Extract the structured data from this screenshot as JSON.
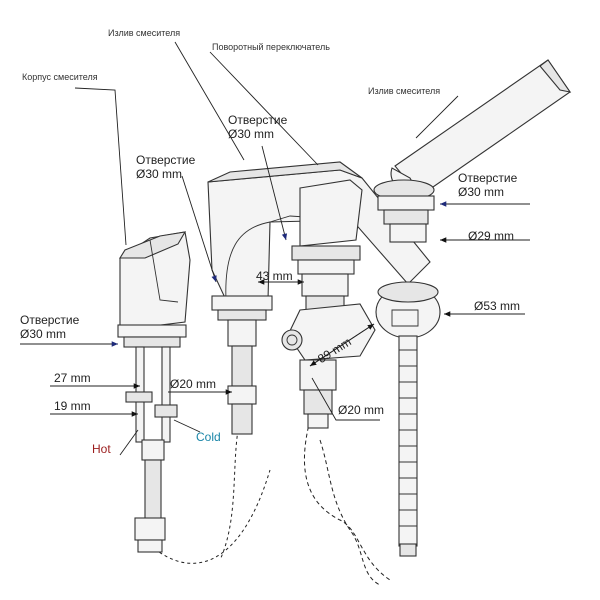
{
  "labels": {
    "body": "Корпус смесителя",
    "spout": "Излив смесителя",
    "switch": "Поворотный переключатель",
    "shower": "Излив смесителя",
    "hole_word": "Отверстие",
    "d30": "Ø30 mm",
    "d29": "Ø29 mm",
    "d53": "Ø53 mm",
    "d20": "Ø20 mm",
    "m43": "43 mm",
    "m89": "89 mm",
    "m27": "27 mm",
    "m19": "19 mm",
    "hot": "Hot",
    "cold": "Cold"
  },
  "colors": {
    "hot": "#9b1d1d",
    "cold": "#1a86a8",
    "arrow_blue": "#1e2a7a"
  }
}
